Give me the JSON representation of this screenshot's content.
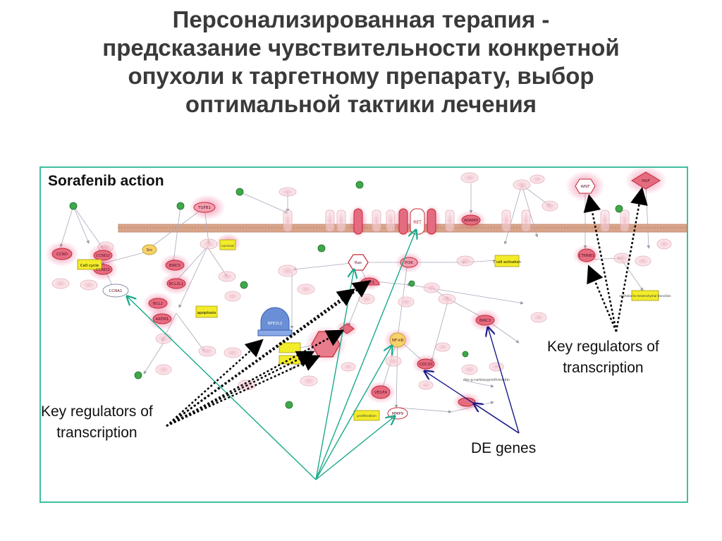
{
  "title_lines": [
    "Персонализированная терапия -",
    "предсказание чувствительности конкретной",
    "опухоли к таргетному препарату, выбор",
    "оптимальной тактики лечения"
  ],
  "diagram": {
    "heading": "Sorafenib action",
    "callout_left": [
      "Key regulators of",
      "transcription"
    ],
    "callout_right": [
      "Key regulators of",
      "transcription"
    ],
    "callout_de": "DE genes",
    "nodes": {
      "tgfb1": "TGFB1",
      "ccnd": "CCND",
      "ccnd2": "CCND2",
      "ccnd3": "CCND3",
      "cell_cycle": "Cell cycle",
      "src": "Src",
      "birc5": "BIRC5",
      "bcl2l1": "BCL2L1",
      "ccna1": "CCNA1",
      "bcl2": "BCL2",
      "aatm1": "AATM1",
      "apoptosis": "apoptosis",
      "nfe2l2": "NFE2L2",
      "ras": "Ras",
      "raf1": "RAF1",
      "pi3k": "PI3K",
      "ret": "RET",
      "adam9": "ADAM9",
      "nfkb": "NF-kB",
      "birc3": "BIRC3",
      "t_cell_activation": "T cell activation",
      "wnt": "WNT",
      "hgf": "HGF",
      "ctnnb1": "CTNNB1",
      "emt": "epithelial to mesenchymal transition",
      "cdc20": "CDC20",
      "vegfa": "VEGFA",
      "mmp9": "MMP9",
      "dex_label": "des-g-carboxyprothrombin",
      "survival": "survival",
      "prolif": "proliferation"
    }
  },
  "colors": {
    "title": "#3a3a3a",
    "frame": "#3fbf9f",
    "membrane": "#d9a58a",
    "glow": "#e8336b",
    "node_red": "#c22a36",
    "process_yellow": "#f2ec2a",
    "teal_arrow": "#1aa98a",
    "navy_arrow": "#1c1c8a",
    "nfe2l2_blue": "#6b8fd6"
  }
}
